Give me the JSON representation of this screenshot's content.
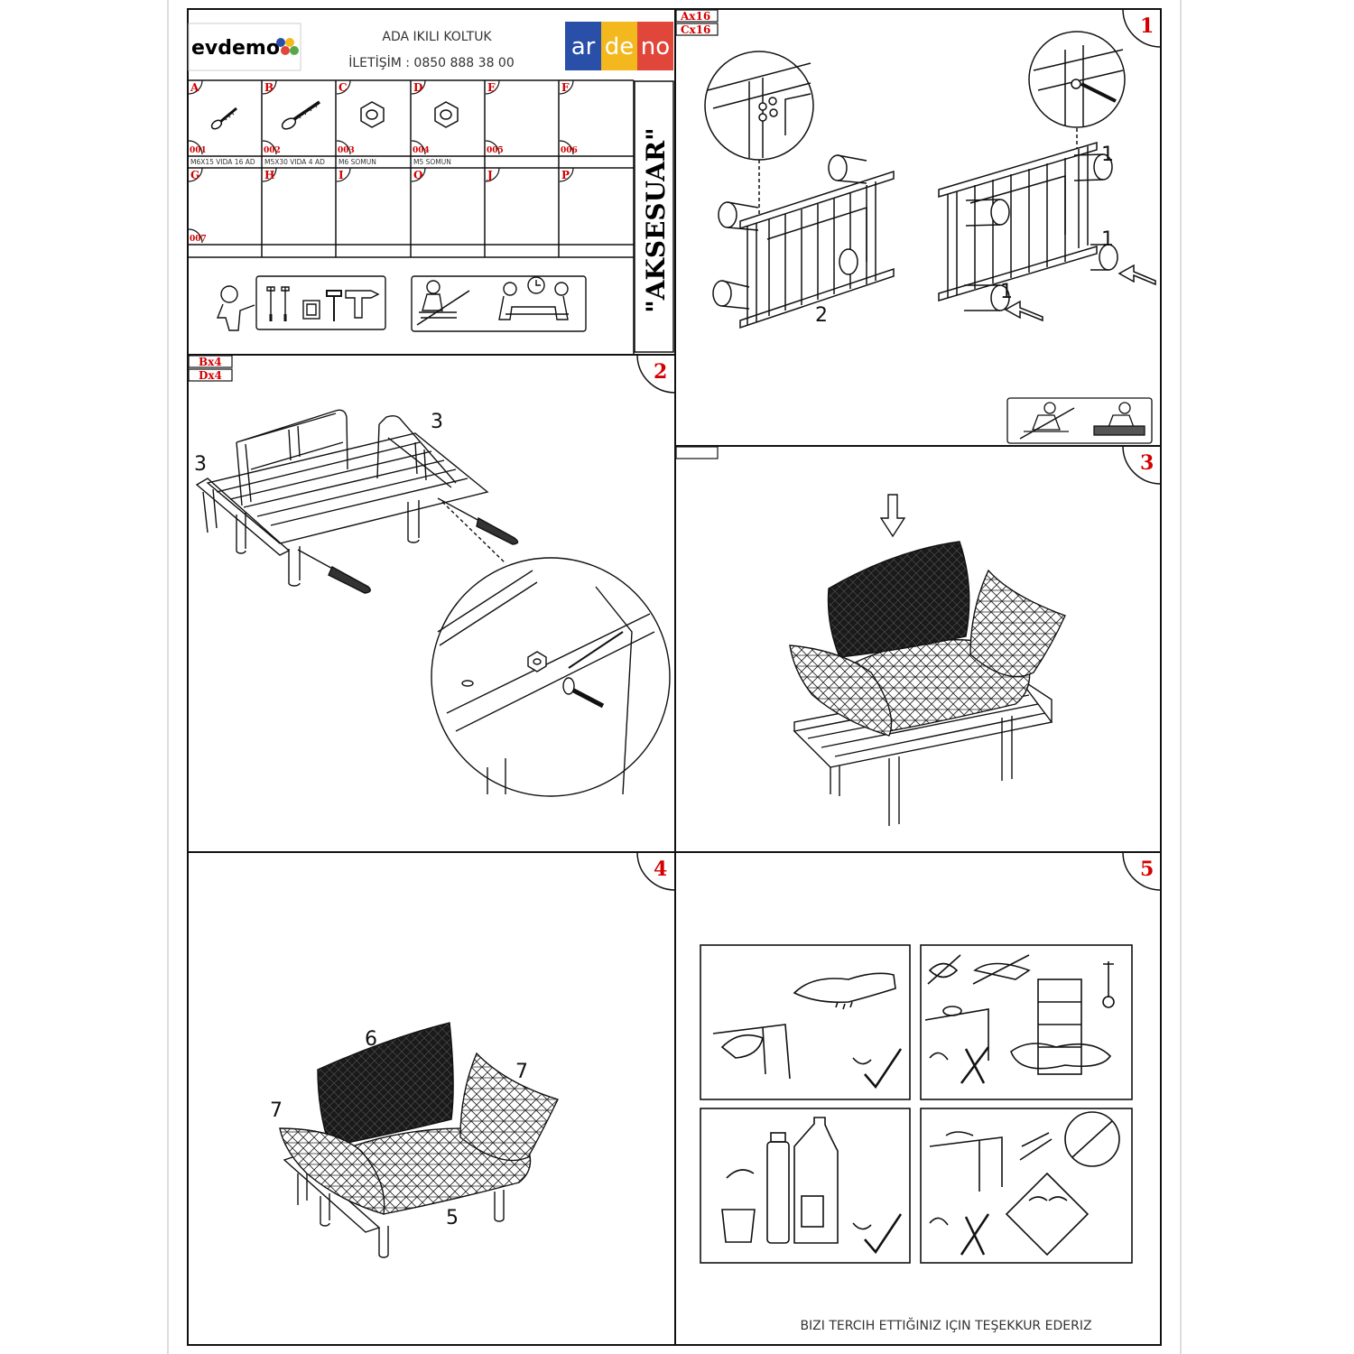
{
  "header": {
    "brand_left": "evdemo",
    "brand_right_parts": [
      "ar",
      "de",
      "no"
    ],
    "brand_right_colors": [
      "#2a4fa8",
      "#f2b81d",
      "#e0463a"
    ],
    "product_title": "ADA IKILI KOLTUK",
    "contact": "İLETİŞİM : 0850 888 38 00"
  },
  "accessories": {
    "vertical_label": "\"AKSESUAR\"",
    "parts": [
      {
        "letter": "A",
        "code": "001",
        "desc": "M6X15 VIDA 16 AD"
      },
      {
        "letter": "B",
        "code": "002",
        "desc": "M5X30 VIDA 4 AD"
      },
      {
        "letter": "C",
        "code": "003",
        "desc": "M6 SOMUN"
      },
      {
        "letter": "D",
        "code": "004",
        "desc": "M5 SOMUN"
      },
      {
        "letter": "E",
        "code": "005",
        "desc": ""
      },
      {
        "letter": "F",
        "code": "006",
        "desc": ""
      },
      {
        "letter": "G",
        "code": "007",
        "desc": ""
      },
      {
        "letter": "H",
        "code": "",
        "desc": ""
      },
      {
        "letter": "I",
        "code": "",
        "desc": ""
      },
      {
        "letter": "O",
        "code": "",
        "desc": ""
      },
      {
        "letter": "J",
        "code": "",
        "desc": ""
      },
      {
        "letter": "P",
        "code": "",
        "desc": ""
      }
    ]
  },
  "steps": {
    "s1": {
      "number": "1",
      "qty": [
        "Ax16",
        "Cx16"
      ],
      "callouts": [
        "2",
        "1",
        "1",
        "1"
      ]
    },
    "s2": {
      "number": "2",
      "qty": [
        "Bx4",
        "Dx4"
      ],
      "callouts": [
        "3",
        "3"
      ]
    },
    "s3": {
      "number": "3"
    },
    "s4": {
      "number": "4",
      "callouts": [
        "6",
        "7",
        "7",
        "5"
      ]
    },
    "s5": {
      "number": "5"
    }
  },
  "footer": {
    "thanks": "BIZI TERCIH ETTIĞINIZ IÇIN TEŞEKKUR EDERIZ"
  }
}
